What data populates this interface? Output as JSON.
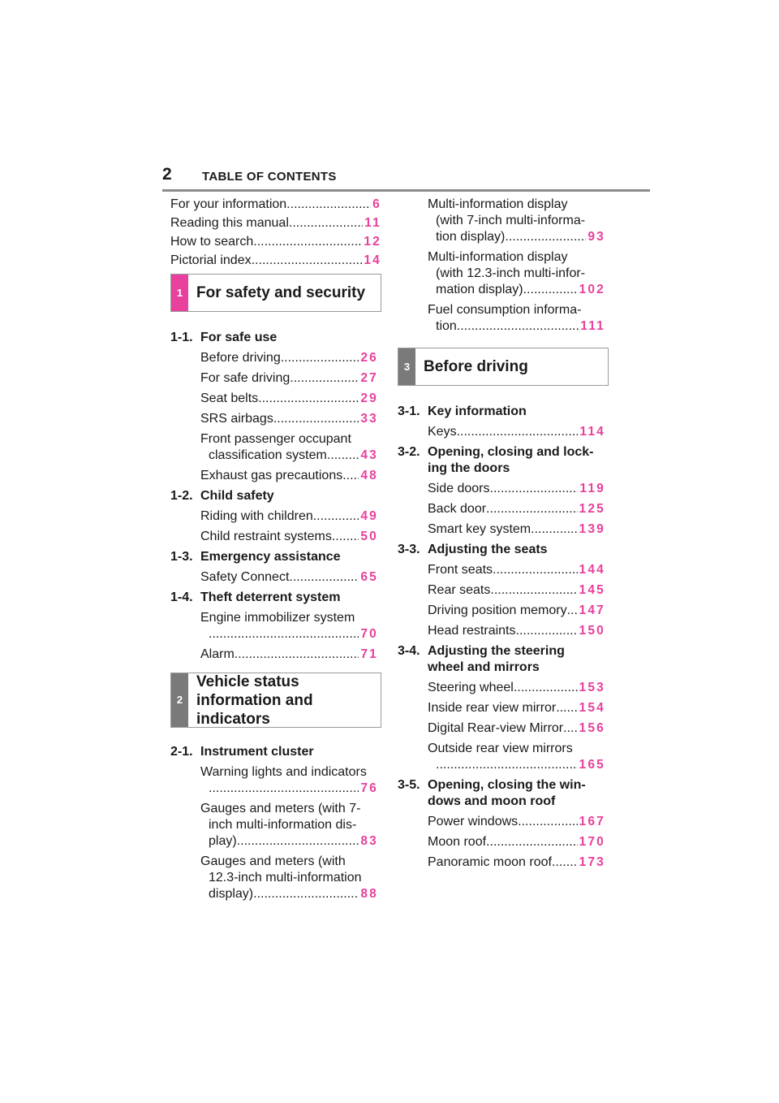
{
  "header": {
    "page_number": "2",
    "title": "TABLE OF CONTENTS"
  },
  "intro": [
    {
      "label": "For your information",
      "page": "6"
    },
    {
      "label": "Reading this manual",
      "page": "11"
    },
    {
      "label": "How to search",
      "page": "12"
    },
    {
      "label": "Pictorial index",
      "page": "14"
    }
  ],
  "section1": {
    "tab": "1",
    "color": "#e8409c",
    "title": "For safety and security"
  },
  "s1_1": {
    "num": "1-1.",
    "title": "For safe use",
    "items": [
      {
        "label": "Before driving",
        "page": "26"
      },
      {
        "label": "For safe driving",
        "page": "27"
      },
      {
        "label": "Seat belts",
        "page": "29"
      },
      {
        "label": "SRS airbags",
        "page": "33"
      },
      {
        "label1": "Front passenger occupant",
        "label2": "classification system",
        "page": "43"
      },
      {
        "label": "Exhaust gas precautions",
        "page": "48"
      }
    ]
  },
  "s1_2": {
    "num": "1-2.",
    "title": "Child safety",
    "items": [
      {
        "label": "Riding with children",
        "page": "49"
      },
      {
        "label": "Child restraint systems",
        "page": "50"
      }
    ]
  },
  "s1_3": {
    "num": "1-3.",
    "title": "Emergency assistance",
    "items": [
      {
        "label": "Safety Connect",
        "page": "65"
      }
    ]
  },
  "s1_4": {
    "num": "1-4.",
    "title": "Theft deterrent system",
    "items": [
      {
        "label1": "Engine immobilizer system",
        "page": "70"
      },
      {
        "label": "Alarm",
        "page": "71"
      }
    ]
  },
  "section2": {
    "tab": "2",
    "color": "#7a7a7a",
    "title": "Vehicle status information and indicators"
  },
  "s2_1": {
    "num": "2-1.",
    "title": "Instrument cluster",
    "items": [
      {
        "label1": "Warning lights and indicators",
        "page": "76"
      },
      {
        "label1": "Gauges and meters (with 7-",
        "label2": "inch multi-information dis-",
        "label3": "play)",
        "page": "83"
      },
      {
        "label1": "Gauges and meters (with",
        "label2": "12.3-inch multi-information",
        "label3": "display)",
        "page": "88"
      }
    ]
  },
  "right_top": [
    {
      "label1": "Multi-information display",
      "label2": "(with 7-inch multi-informa-",
      "label3": "tion display)",
      "page": "93"
    },
    {
      "label1": "Multi-information display",
      "label2": "(with 12.3-inch multi-infor-",
      "label3": "mation display)",
      "page": "102"
    },
    {
      "label1": "Fuel consumption informa-",
      "label2": "tion",
      "page": "111"
    }
  ],
  "section3": {
    "tab": "3",
    "color": "#7a7a7a",
    "title": "Before driving"
  },
  "s3_1": {
    "num": "3-1.",
    "title": "Key information",
    "items": [
      {
        "label": "Keys",
        "page": "114"
      }
    ]
  },
  "s3_2": {
    "num": "3-2.",
    "title1": "Opening, closing and lock-",
    "title2": "ing the doors",
    "items": [
      {
        "label": "Side doors",
        "page": "119"
      },
      {
        "label": "Back door",
        "page": "125"
      },
      {
        "label": "Smart key system",
        "page": "139"
      }
    ]
  },
  "s3_3": {
    "num": "3-3.",
    "title": "Adjusting the seats",
    "items": [
      {
        "label": "Front seats",
        "page": "144"
      },
      {
        "label": "Rear seats",
        "page": "145"
      },
      {
        "label": "Driving position memory",
        "page": "147"
      },
      {
        "label": "Head restraints",
        "page": "150"
      }
    ]
  },
  "s3_4": {
    "num": "3-4.",
    "title1": "Adjusting the steering",
    "title2": "wheel and mirrors",
    "items": [
      {
        "label": "Steering wheel",
        "page": "153"
      },
      {
        "label": "Inside rear view mirror",
        "page": "154"
      },
      {
        "label": "Digital Rear-view Mirror",
        "page": "156"
      },
      {
        "label1": "Outside rear view mirrors",
        "page": "165"
      }
    ]
  },
  "s3_5": {
    "num": "3-5.",
    "title1": "Opening, closing the win-",
    "title2": "dows and moon roof",
    "items": [
      {
        "label": "Power windows",
        "page": "167"
      },
      {
        "label": "Moon roof",
        "page": "170"
      },
      {
        "label": "Panoramic moon roof",
        "page": "173"
      }
    ]
  }
}
